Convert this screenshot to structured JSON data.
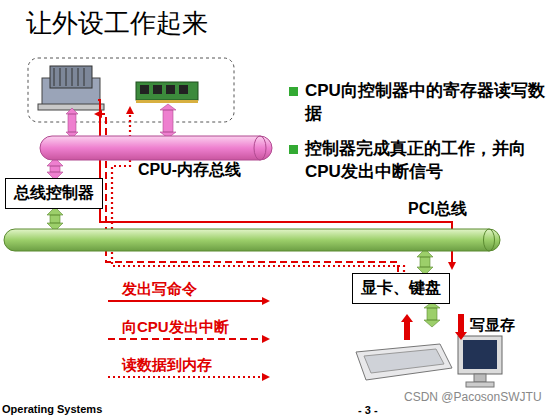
{
  "diagram": {
    "title": "让外设工作起来",
    "nodes": [
      {
        "text": [
          "CPU-内存总线"
        ]
      },
      {
        "text": [
          "总线控制器"
        ]
      },
      {
        "text": [
          "PCI总线"
        ]
      },
      {
        "text": [
          "显卡、键盘"
        ]
      }
    ],
    "edges": [
      {
        "from": 0,
        "to": 1,
        "arrow": "both"
      },
      {
        "from": 1,
        "to": 2,
        "arrow": "both"
      },
      {
        "from": 2,
        "to": 3,
        "arrow": "both"
      }
    ],
    "labels": [
      "CPU向控制器中的寄存器读写数据",
      "控制器完成真正的工作，并向CPU发出中断信号",
      "写显存",
      "Operating Systems",
      "- 3 -",
      "CSDN @PacosonSWJTU"
    ],
    "legend": [
      {
        "text": "发出写命令"
      },
      {
        "text": "向CPU发出中断"
      },
      {
        "text": "读数据到内存"
      }
    ]
  }
}
